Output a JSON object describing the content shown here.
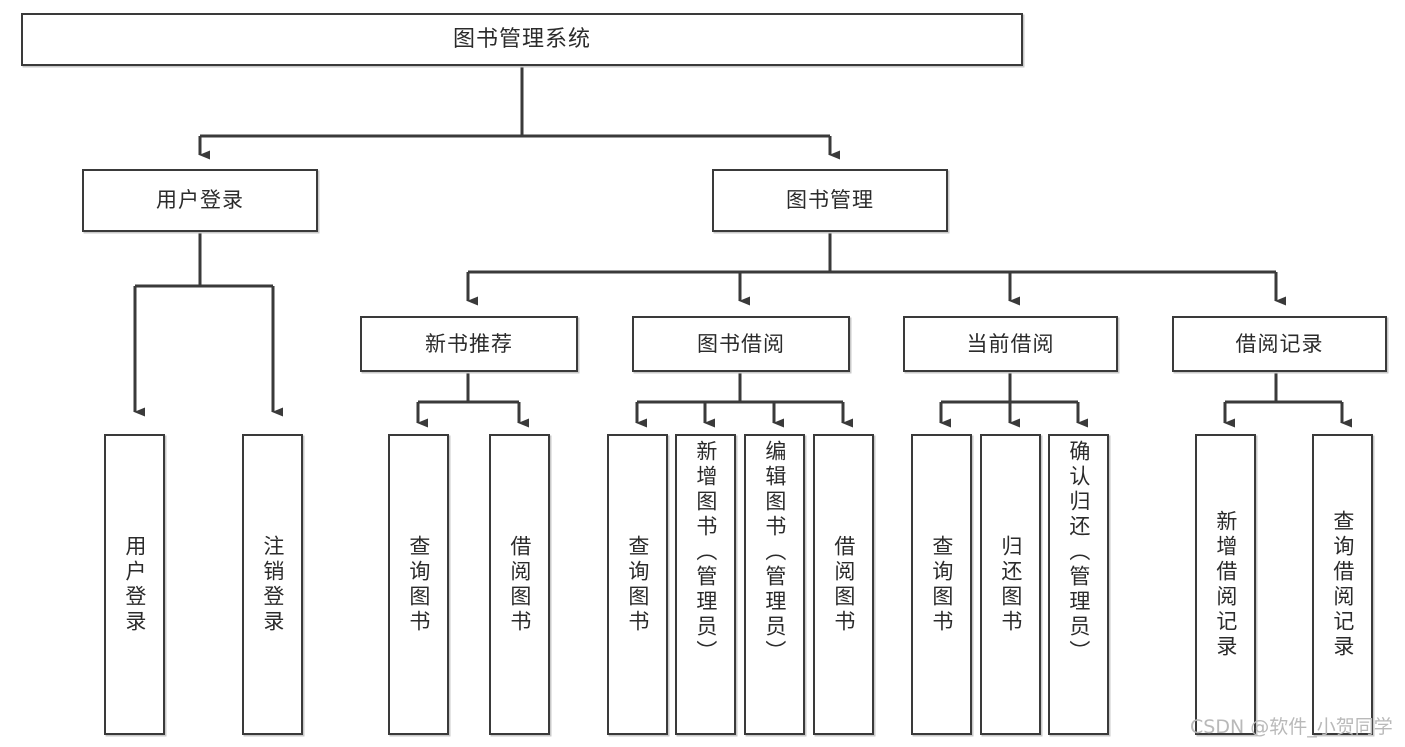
{
  "diagram": {
    "title": "图书管理系统",
    "type": "tree",
    "root": {
      "id": "root",
      "label": "图书管理系统",
      "orientation": "horizontal"
    },
    "level1": [
      {
        "id": "user-login",
        "label": "用户登录",
        "orientation": "horizontal"
      },
      {
        "id": "book-management",
        "label": "图书管理",
        "orientation": "horizontal"
      }
    ],
    "level2": [
      {
        "id": "new-book-recommend",
        "label": "新书推荐",
        "parent": "book-management",
        "orientation": "horizontal"
      },
      {
        "id": "book-borrow",
        "label": "图书借阅",
        "parent": "book-management",
        "orientation": "horizontal"
      },
      {
        "id": "current-borrow",
        "label": "当前借阅",
        "parent": "book-management",
        "orientation": "horizontal"
      },
      {
        "id": "borrow-record",
        "label": "借阅记录",
        "parent": "book-management",
        "orientation": "horizontal"
      }
    ],
    "leaves": [
      {
        "id": "leaf-user-login",
        "label": "用户登录",
        "parent": "user-login",
        "orientation": "vertical"
      },
      {
        "id": "leaf-logout-login",
        "label": "注销登录",
        "parent": "user-login",
        "orientation": "vertical"
      },
      {
        "id": "leaf-query-book-recommend",
        "label": "查询图书",
        "parent": "new-book-recommend",
        "orientation": "vertical"
      },
      {
        "id": "leaf-borrow-book-recommend",
        "label": "借阅图书",
        "parent": "new-book-recommend",
        "orientation": "vertical"
      },
      {
        "id": "leaf-query-book-borrow",
        "label": "查询图书",
        "parent": "book-borrow",
        "orientation": "vertical"
      },
      {
        "id": "leaf-add-book-admin",
        "label": "新增图书（管理员）",
        "parent": "book-borrow",
        "orientation": "vertical"
      },
      {
        "id": "leaf-edit-book-admin",
        "label": "编辑图书（管理员）",
        "parent": "book-borrow",
        "orientation": "vertical"
      },
      {
        "id": "leaf-borrow-book",
        "label": "借阅图书",
        "parent": "book-borrow",
        "orientation": "vertical"
      },
      {
        "id": "leaf-query-book-current",
        "label": "查询图书",
        "parent": "current-borrow",
        "orientation": "vertical"
      },
      {
        "id": "leaf-return-book",
        "label": "归还图书",
        "parent": "current-borrow",
        "orientation": "vertical"
      },
      {
        "id": "leaf-confirm-return-admin",
        "label": "确认归还（管理员）",
        "parent": "current-borrow",
        "orientation": "vertical"
      },
      {
        "id": "leaf-add-borrow-record",
        "label": "新增借阅记录",
        "parent": "borrow-record",
        "orientation": "vertical"
      },
      {
        "id": "leaf-query-borrow-record",
        "label": "查询借阅记录",
        "parent": "borrow-record",
        "orientation": "vertical"
      }
    ]
  },
  "style": {
    "border_color": "#3a3a3a",
    "text_color": "#2b2b2b",
    "background": "#ffffff",
    "edge_color": "#3a3a3a",
    "watermark_color": "#b9b9b9"
  },
  "watermark": {
    "text": "CSDN @软件_小贺同学"
  }
}
